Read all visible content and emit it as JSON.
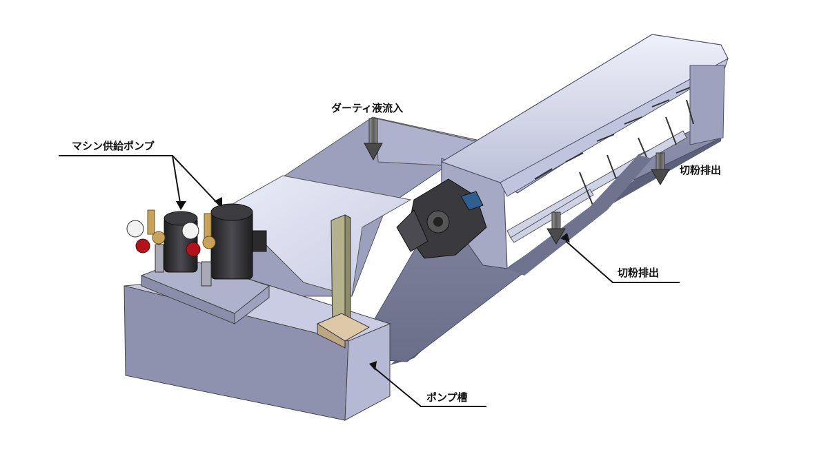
{
  "labels": {
    "dirty_inflow": "ダーティ液流入",
    "machine_pump": "マシン供給ポンプ",
    "chip_discharge_upper": "切粉排出",
    "chip_discharge_lower": "切粉排出",
    "pump_tank": "ポンプ槽"
  },
  "colors": {
    "steel_light": "#d9dcef",
    "steel_mid": "#a9adc8",
    "steel_dark": "#7a7e9a",
    "steel_shadow": "#5c6079",
    "motor_black": "#2b2b2e",
    "valve_red": "#b3121a",
    "brass": "#c8a35a",
    "arrow_gray": "#6e6e6e"
  }
}
